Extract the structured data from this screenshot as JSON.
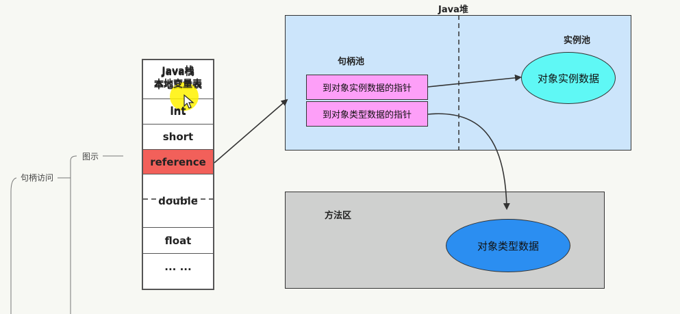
{
  "mindmap": {
    "branch_label": "句柄访问",
    "leaf_label": "图示"
  },
  "stack": {
    "title": "Java栈",
    "subtitle": "本地变量表",
    "slots": [
      "int",
      "short",
      "reference",
      "double",
      "float",
      "... ..."
    ]
  },
  "heap": {
    "title": "Java堆",
    "handle_pool_label": "句柄池",
    "instance_pool_label": "实例池",
    "pointer_instance": "到对象实例数据的指针",
    "pointer_type": "到对象类型数据的指针",
    "instance_data": "对象实例数据"
  },
  "method_area": {
    "label": "方法区",
    "type_data": "对象类型数据"
  },
  "colors": {
    "reference_fill": "#f2605a",
    "heap_fill": "#cce5fb",
    "pointer_fill": "#fd9ff8",
    "instance_fill": "#5ff8f5",
    "method_fill": "#cfd0cf",
    "type_fill": "#2b8ef1",
    "cursor_highlight": "#fff200"
  }
}
